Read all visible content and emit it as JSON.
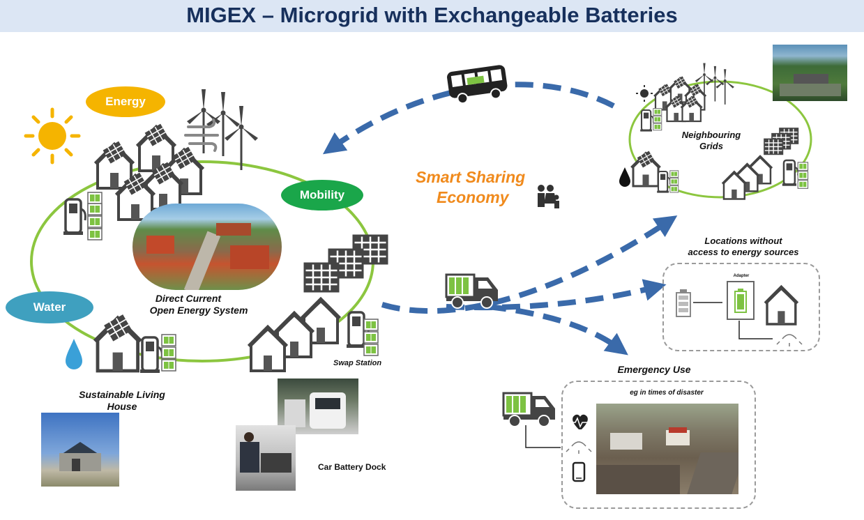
{
  "title": "MIGEX – Microgrid with Exchangeable Batteries",
  "bubbles": {
    "energy": "Energy",
    "mobility": "Mobility",
    "water": "Water"
  },
  "labels": {
    "dc_line1": "Direct Current",
    "dc_line2": "Open Energy System",
    "living_line1": "Sustainable Living",
    "living_line2": "House",
    "swap_station": "Swap Station",
    "car_battery_dock": "Car Battery Dock",
    "smart_line1": "Smart Sharing",
    "smart_line2": "Economy",
    "neighbouring_line1": "Neighbouring",
    "neighbouring_line2": "Grids",
    "locations_line1": "Locations without",
    "locations_line2": "access to energy sources",
    "adapter": "Adapter",
    "emergency_use": "Emergency Use",
    "disaster": "eg in times of disaster"
  },
  "colors": {
    "title_bg": "#dce6f4",
    "title_text": "#17305c",
    "energy": "#f5b400",
    "mobility": "#1aa64a",
    "water": "#3fa0bf",
    "loop": "#8cc63f",
    "arrow": "#3a6aaa",
    "smart": "#f08a1c",
    "icon": "#555555",
    "battery": "#7dc242"
  },
  "icons": [
    "sun-icon",
    "wind-turbine-icon",
    "wind-icon",
    "house-icon",
    "solar-panel-icon",
    "battery-station-icon",
    "battery-pack-icon",
    "bus-icon",
    "delivery-truck-icon",
    "family-icon",
    "water-drop-icon",
    "heart-pulse-icon",
    "lamp-icon",
    "phone-icon"
  ]
}
